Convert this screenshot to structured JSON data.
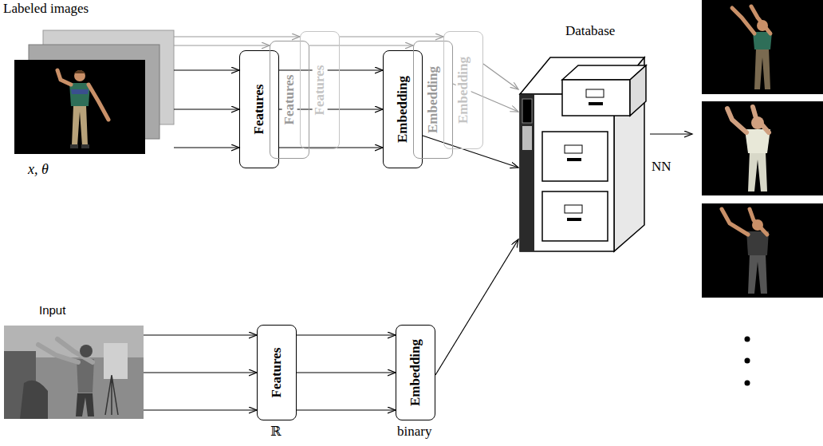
{
  "diagram": {
    "nodes": [
      {
        "text": [
          "Labeled images",
          "x, θ"
        ]
      },
      {
        "text": [
          "Features"
        ]
      },
      {
        "text": [
          "Features"
        ]
      },
      {
        "text": [
          "Features"
        ]
      },
      {
        "text": [
          "Embedding"
        ]
      },
      {
        "text": [
          "Embedding"
        ]
      },
      {
        "text": [
          "Embedding"
        ]
      },
      {
        "text": [
          "Database"
        ]
      },
      {
        "text": [
          "Input"
        ]
      },
      {
        "text": [
          "Features"
        ]
      },
      {
        "text": [
          "Embedding"
        ]
      }
    ],
    "edges": [
      {
        "from": 0,
        "to": 1,
        "arrow": "to"
      },
      {
        "from": 0,
        "to": 2,
        "arrow": "to"
      },
      {
        "from": 0,
        "to": 3,
        "arrow": "to"
      },
      {
        "from": 1,
        "to": 4,
        "arrow": "to"
      },
      {
        "from": 2,
        "to": 5,
        "arrow": "to"
      },
      {
        "from": 3,
        "to": 6,
        "arrow": "to"
      },
      {
        "from": 4,
        "to": 7,
        "arrow": "to"
      },
      {
        "from": 5,
        "to": 7,
        "arrow": "to"
      },
      {
        "from": 6,
        "to": 7,
        "arrow": "to"
      },
      {
        "from": 8,
        "to": 9,
        "arrow": "to"
      },
      {
        "from": 9,
        "to": 10,
        "arrow": "to"
      },
      {
        "from": 10,
        "to": 7,
        "arrow": "to"
      }
    ],
    "labels": [
      "NN",
      "ℝ",
      "binary"
    ]
  }
}
